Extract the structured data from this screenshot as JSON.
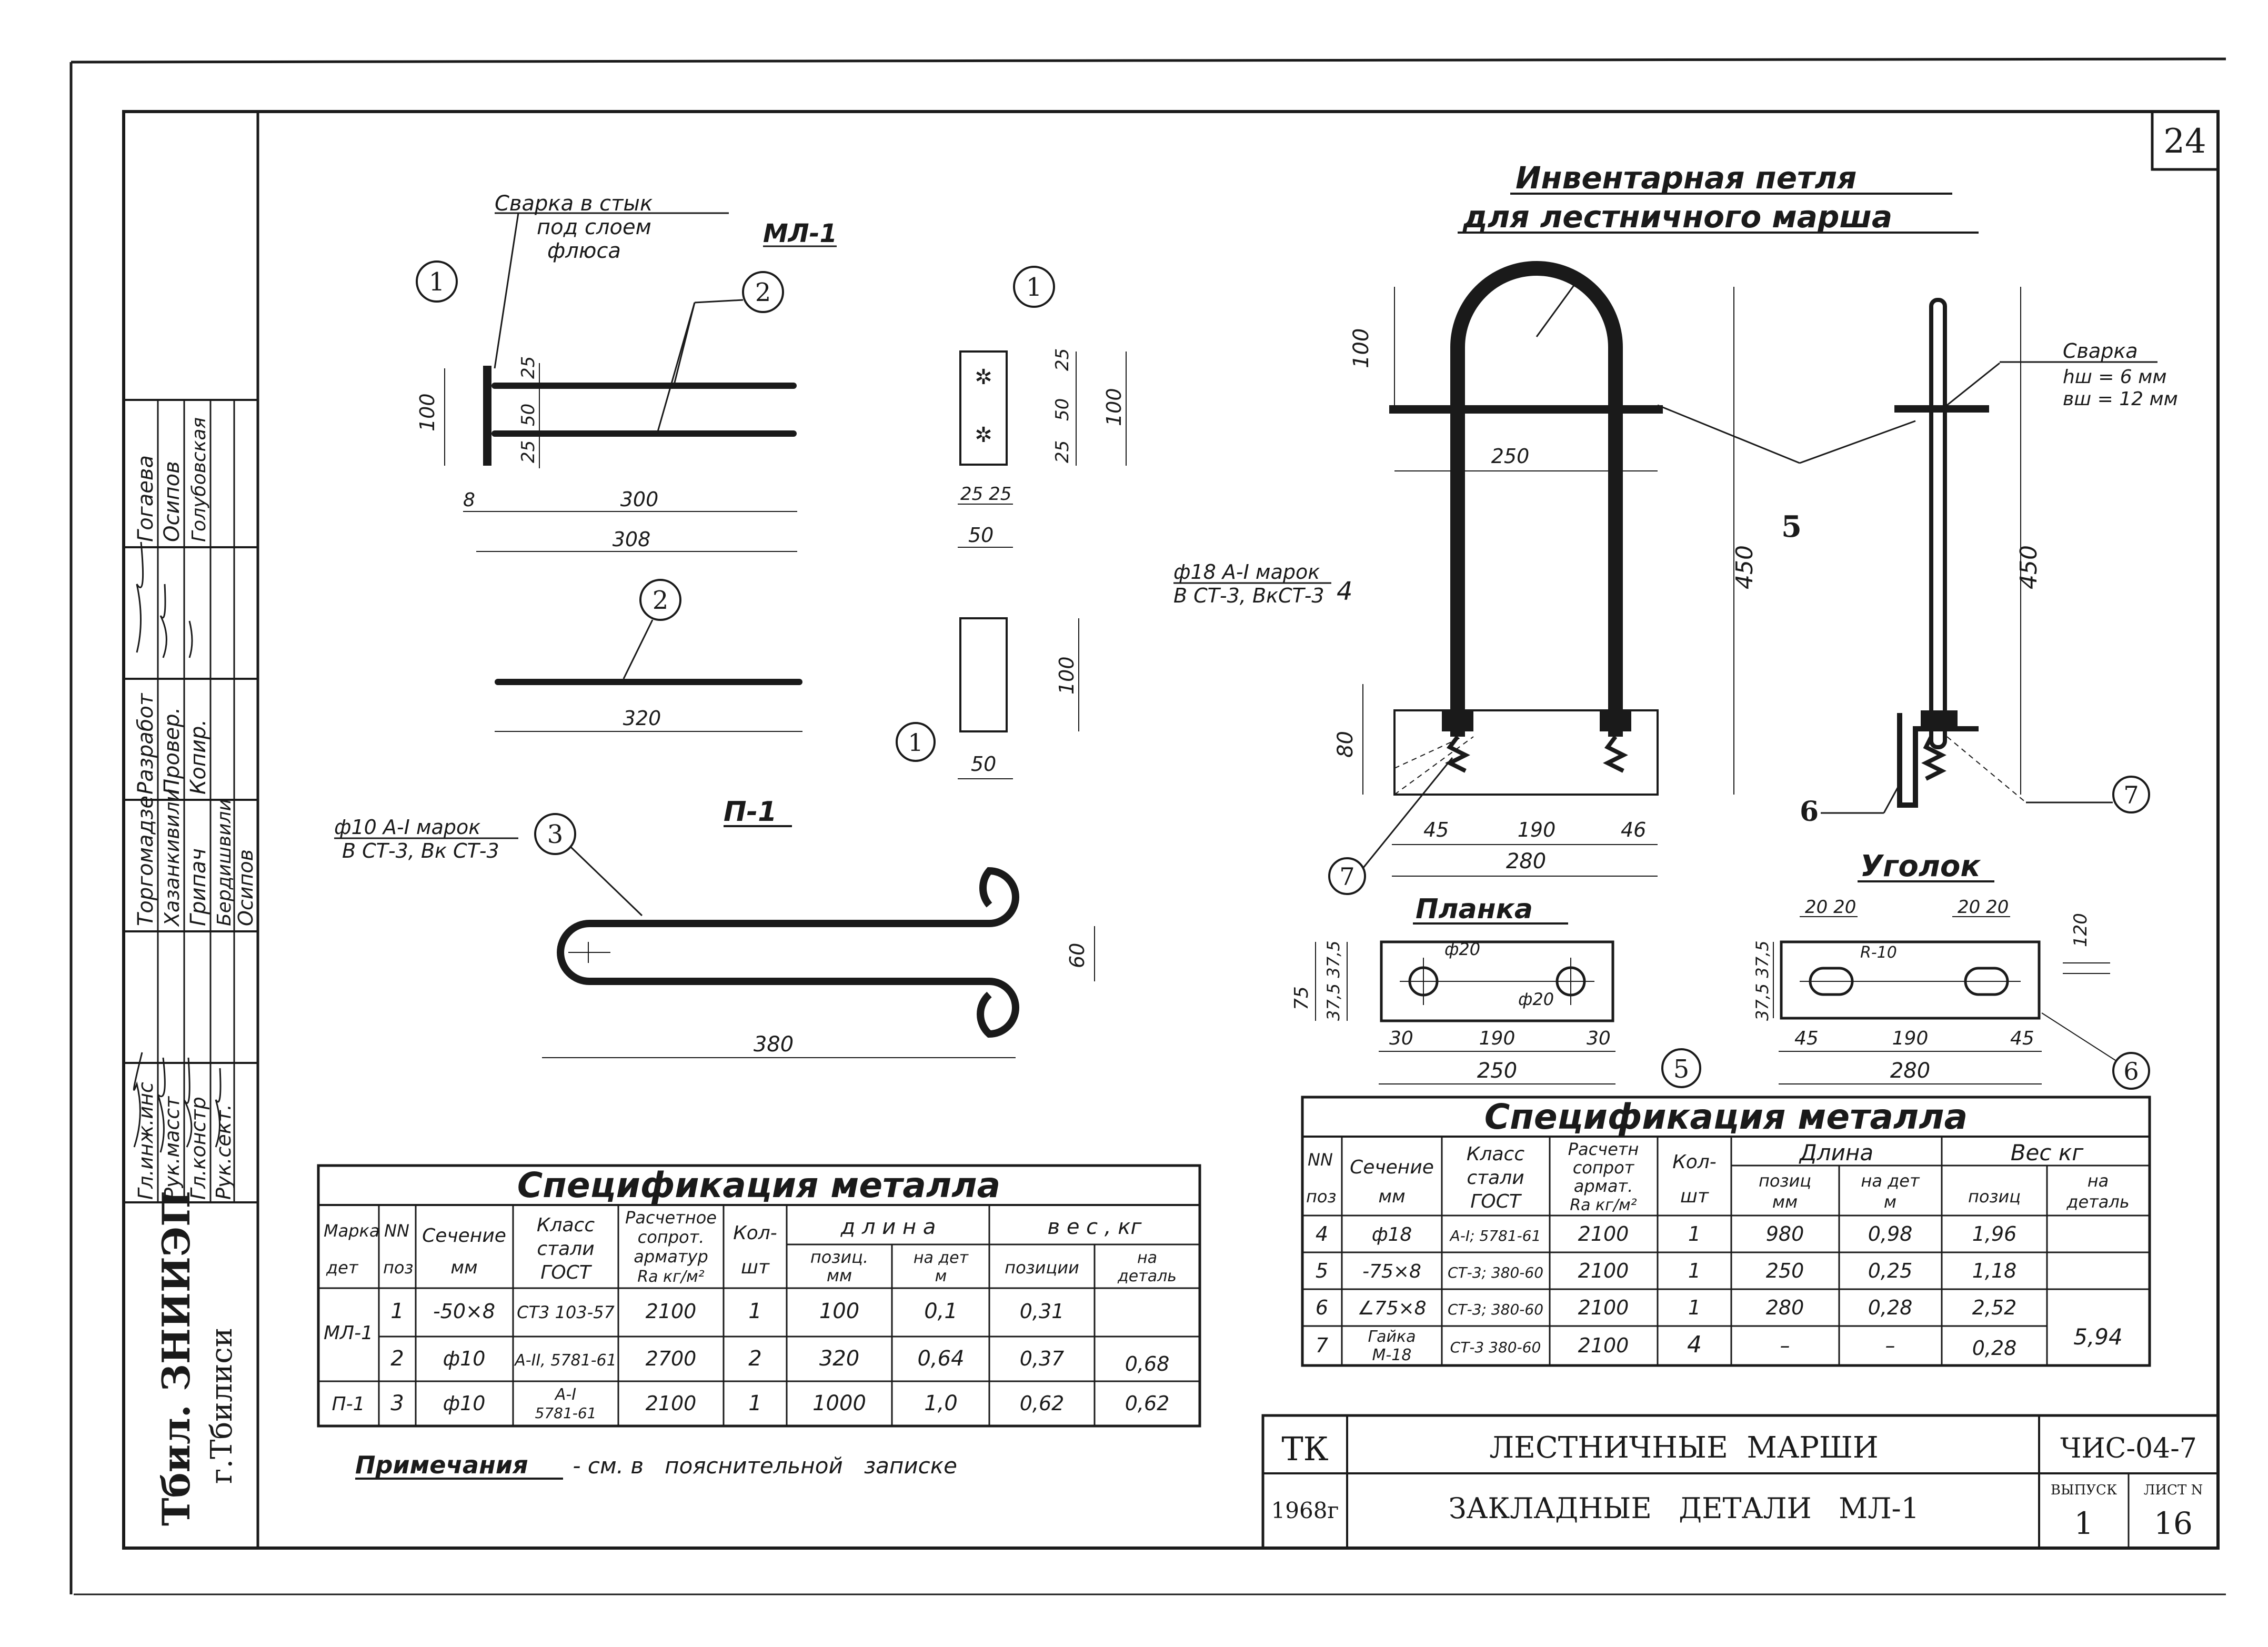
{
  "sheet_number": "24",
  "ml1": {
    "weld_note_1": "Сварка в стык",
    "weld_note_2": "под слоем",
    "weld_note_3": "флюса",
    "mark": "МЛ-1",
    "pos1": "1",
    "pos2": "2",
    "pos2b": "2",
    "pos1_side": "1",
    "pos1_bot": "1",
    "d100": "100",
    "d25a": "25",
    "d50": "50",
    "d25b": "25",
    "d8": "8",
    "d300": "300",
    "d308": "308",
    "d320": "320",
    "s_25a": "25",
    "s_50": "50",
    "s_25b": "25",
    "s_100": "100",
    "s_w2525": "25 25",
    "s_w50": "50",
    "s2_100": "100",
    "s2_50": "50"
  },
  "p1": {
    "mark": "П-1",
    "pos3": "3",
    "note_1": "ф10 А-I марок",
    "note_2": "В СТ-3, Вк СТ-3",
    "d60": "60",
    "d380": "380"
  },
  "loop": {
    "title_1": "Инвентарная петля",
    "title_2": "для лестничного марша",
    "weld_1": "Сварка",
    "weld_2": "hш = 6 мм",
    "weld_3": "вш = 12 мм",
    "rod_1": "ф18 А-I марок",
    "rod_2": "В СТ-3, ВкСТ-3",
    "rod_pos": "4",
    "pos5": "5",
    "pos6": "6",
    "pos7a": "7",
    "pos7b": "7",
    "d100": "100",
    "d250": "250",
    "d450": "450",
    "d450b": "450",
    "d80": "80",
    "d45": "45",
    "d190": "190",
    "d46": "46",
    "d280": "280"
  },
  "planka": {
    "title": "Планка",
    "phi20a": "ф20",
    "phi20b": "ф20",
    "d75": "75",
    "d375a": "37,5 37,5",
    "d30a": "30",
    "d190": "190",
    "d30b": "30",
    "d250": "250",
    "pos": "5"
  },
  "ugolok": {
    "title": "Уголок",
    "d2020a": "20 20",
    "d2020b": "20 20",
    "r10": "R-10",
    "d375": "37,5 37,5",
    "d120": "120",
    "d45a": "45",
    "d190": "190",
    "d45b": "45",
    "d280": "280",
    "pos": "6"
  },
  "spec_left": {
    "title": "Спецификация   металла",
    "h_mark_1": "Марка",
    "h_mark_2": "дет",
    "h_nn_1": "NN",
    "h_nn_2": "поз",
    "h_sech_1": "Сечение",
    "h_sech_2": "мм",
    "h_klass_1": "Класс",
    "h_klass_2": "стали",
    "h_klass_3": "ГОСТ",
    "h_rasch_1": "Расчетное",
    "h_rasch_2": "сопрот.",
    "h_rasch_3": "арматур",
    "h_rasch_4": "Ra кг/м²",
    "h_kol_1": "Кол-",
    "h_kol_2": "шт",
    "h_dlina": "д л и н а",
    "h_dl_poz_1": "позиц.",
    "h_dl_poz_2": "мм",
    "h_dl_det_1": "на дет",
    "h_dl_det_2": "м",
    "h_ves": "в е с ,  кг",
    "h_ves_poz": "позиции",
    "h_ves_det_1": "на",
    "h_ves_det_2": "деталь",
    "rows": [
      {
        "mark": "МЛ-1",
        "poz": "1",
        "sech": "-50×8",
        "klass": "СТ3 103-57",
        "rasch": "2100",
        "kol": "1",
        "dl_poz": "100",
        "dl_det": "0,1",
        "ves_poz": "0,31",
        "ves_det": ""
      },
      {
        "mark": "",
        "poz": "2",
        "sech": "ф10",
        "klass": "А-II, 5781-61",
        "rasch": "2700",
        "kol": "2",
        "dl_poz": "320",
        "dl_det": "0,64",
        "ves_poz": "0,37",
        "ves_det": "0,68"
      },
      {
        "mark": "П-1",
        "poz": "3",
        "sech": "ф10",
        "klass_1": "А-I",
        "klass_2": "5781-61",
        "rasch": "2100",
        "kol": "1",
        "dl_poz": "1000",
        "dl_det": "1,0",
        "ves_poz": "0,62",
        "ves_det": "0,62"
      }
    ]
  },
  "note": {
    "label": "Примечания",
    "text": " - см. в   пояснительной   записке"
  },
  "spec_right": {
    "title": "Спецификация   металла",
    "h_nn_1": "NN",
    "h_nn_2": "поз",
    "h_sech_1": "Сечение",
    "h_sech_2": "мм",
    "h_klass_1": "Класс",
    "h_klass_2": "стали",
    "h_klass_3": "ГОСТ",
    "h_rasch_1": "Расчетн",
    "h_rasch_2": "сопрот",
    "h_rasch_3": "армат.",
    "h_rasch_4": "Ra кг/м²",
    "h_kol_1": "Кол-",
    "h_kol_2": "шт",
    "h_dlina": "Длина",
    "h_dl_poz_1": "позиц",
    "h_dl_poz_2": "мм",
    "h_dl_det_1": "на дет",
    "h_dl_det_2": "м",
    "h_ves": "Вес  кг",
    "h_ves_poz": "позиц",
    "h_ves_det_1": "на",
    "h_ves_det_2": "деталь",
    "total": "5,94",
    "rows": [
      {
        "poz": "4",
        "sech": "ф18",
        "klass": "А-I; 5781-61",
        "rasch": "2100",
        "kol": "1",
        "dl_poz": "980",
        "dl_det": "0,98",
        "ves": "1,96"
      },
      {
        "poz": "5",
        "sech": "-75×8",
        "klass": "СТ-3; 380-60",
        "rasch": "2100",
        "kol": "1",
        "dl_poz": "250",
        "dl_det": "0,25",
        "ves": "1,18"
      },
      {
        "poz": "6",
        "sech": "∠75×8",
        "klass": "СТ-3; 380-60",
        "rasch": "2100",
        "kol": "1",
        "dl_poz": "280",
        "dl_det": "0,28",
        "ves": "2,52"
      },
      {
        "poz": "7",
        "sech_1": "Гайка",
        "sech_2": "М-18",
        "klass": "СТ-3 380-60",
        "rasch": "2100",
        "kol": "4",
        "dl_poz": "–",
        "dl_det": "–",
        "ves": "0,28"
      }
    ]
  },
  "title_block": {
    "org_code": "ТК",
    "year": "1968г",
    "title_1": "ЛЕСТНИЧНЫЕ  МАРШИ",
    "title_2": "ЗАКЛАДНЫЕ   ДЕТАЛИ   МЛ-1",
    "doc_code": "ЧИС-04-7",
    "vyp_label": "ВЫПУСК",
    "vyp_val": "1",
    "list_label": "ЛИСТ N",
    "list_val": "16"
  },
  "side_stamp": {
    "org_1": "Тбил. ЗНИИЭП",
    "org_2": "г.Тбилиси",
    "roles": [
      "Гл.инж.инс",
      "Рук.масст",
      "Гл.констр",
      "Рук.сект."
    ],
    "row_a": [
      "Торгомадзе",
      "Хазанкивили",
      "Грипач",
      "Бердишвили",
      "Осипов"
    ],
    "row_b": [
      "Разработ",
      "Провер.",
      "Копир."
    ],
    "row_c": [
      "Гогаева",
      "Осипов",
      "Голубовская"
    ]
  }
}
